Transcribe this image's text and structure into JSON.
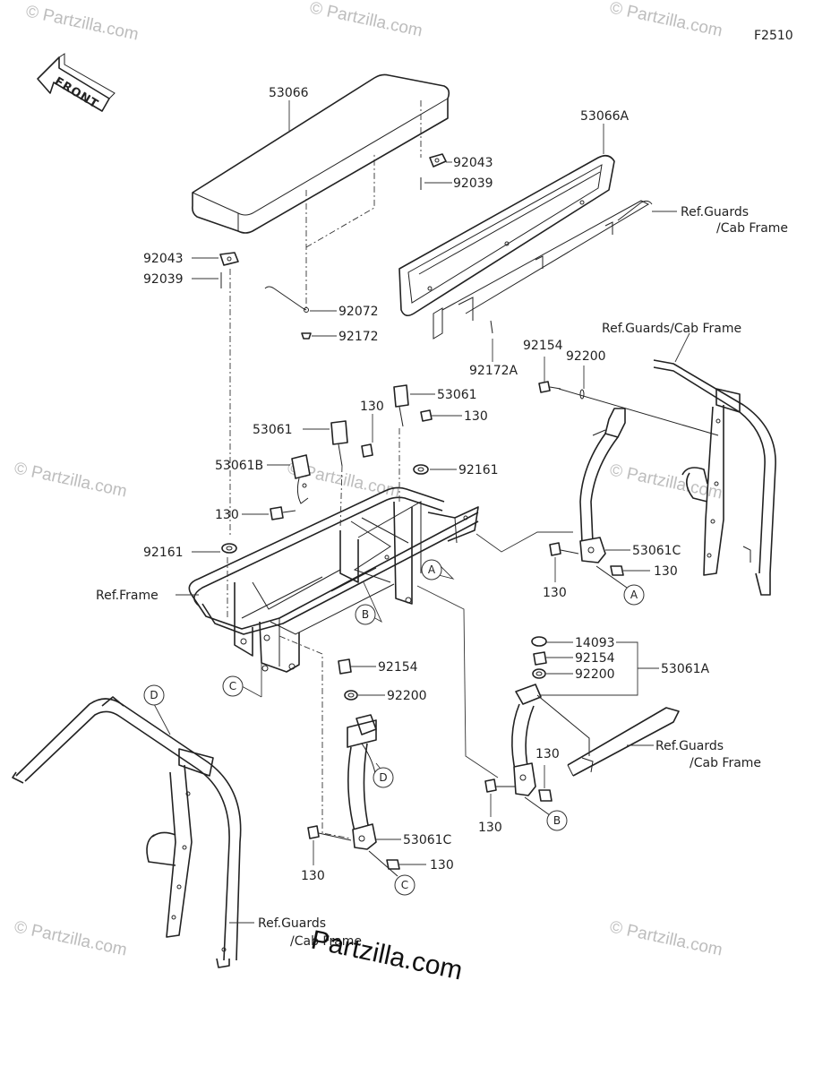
{
  "diagram_code": "F2510",
  "front_arrow_label": "FRONT",
  "watermark_text": "© Partzilla.com",
  "brand_logo_text": "Partzilla.com",
  "part_labels": {
    "p53066": "53066",
    "p53066A": "53066A",
    "p92043_top": "92043",
    "p92039_top": "92039",
    "p92043_left": "92043",
    "p92039_left": "92039",
    "p92072": "92072",
    "p92172": "92172",
    "p92172A": "92172A",
    "p92154_upper": "92154",
    "p92200_upper": "92200",
    "p53061_a": "53061",
    "p130_a": "130",
    "p53061_b": "53061",
    "p130_b": "130",
    "p53061B": "53061B",
    "p92161_right": "92161",
    "p130_c": "130",
    "p92161_left": "92161",
    "p53061C_right": "53061C",
    "p130_d": "130",
    "p130_e": "130",
    "p14093": "14093",
    "p92154_right": "92154",
    "p92200_right": "92200",
    "p53061A": "53061A",
    "p92154_lower": "92154",
    "p92200_lower": "92200",
    "p130_f": "130",
    "p130_g": "130",
    "p53061C_lower": "53061C",
    "p130_h": "130",
    "p130_i": "130"
  },
  "reference_labels": {
    "ref_guards_top_1": "Ref.Guards",
    "ref_guards_top_2": "/Cab Frame",
    "ref_guards_mid": "Ref.Guards/Cab Frame",
    "ref_frame": "Ref.Frame",
    "ref_guards_right_1": "Ref.Guards",
    "ref_guards_right_2": "/Cab Frame",
    "ref_guards_bottom_1": "Ref.Guards",
    "ref_guards_bottom_2": "/Cab Frame"
  },
  "callouts": {
    "A": "A",
    "B": "B",
    "C": "C",
    "D": "D"
  }
}
